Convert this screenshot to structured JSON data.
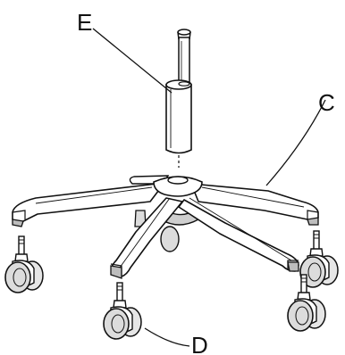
{
  "callouts": {
    "e": "E",
    "c": "C",
    "d": "D"
  },
  "colors": {
    "ink": "#111111",
    "paper": "#ffffff",
    "shade": "#dcdcdc",
    "shade_dark": "#bdbdbd"
  }
}
